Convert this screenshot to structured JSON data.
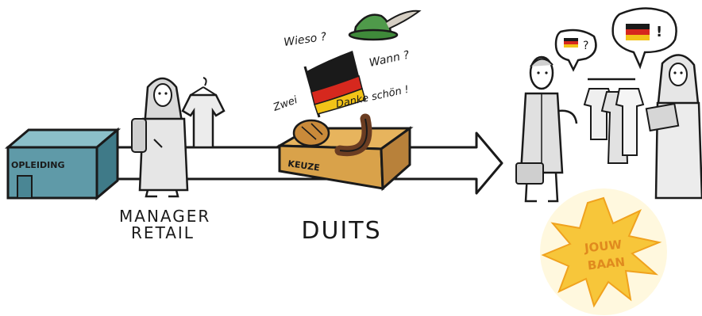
{
  "building": {
    "label": "OPLEIDING",
    "color": "#5f9aa8"
  },
  "student": {
    "caption_line1": "MANAGER",
    "caption_line2": "RETAIL"
  },
  "choice_box": {
    "label": "KEUZE",
    "color": "#d9a24a"
  },
  "subject": {
    "caption": "DUITS",
    "words": [
      "Wieso ?",
      "Wann ?",
      "Zwei",
      "Danke schön !"
    ]
  },
  "job": {
    "label_line1": "JOUW",
    "label_line2": "BAAN",
    "burst_color": "#f7c63a",
    "text_color": "#e08a1e"
  },
  "speech": {
    "customer_mark": "?",
    "employee_mark": "!"
  },
  "colors": {
    "arrow": "#ffffff",
    "outline": "#1a1a1a",
    "hat": "#4f9a4a",
    "flag_black": "#1a1a1a",
    "flag_red": "#d6281e",
    "flag_gold": "#f2c318"
  }
}
